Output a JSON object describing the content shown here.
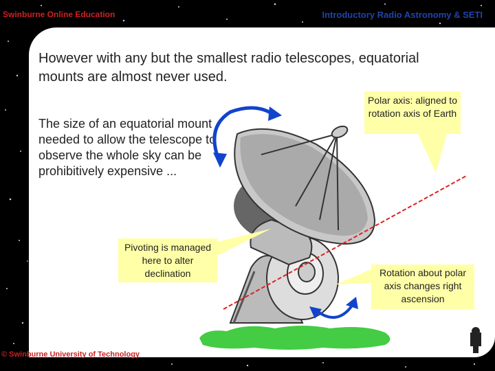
{
  "header": {
    "left": "Swinburne Online Education",
    "right": "Introductory Radio Astronomy & SETI"
  },
  "main": {
    "heading": "However with any but the smallest radio telescopes, equatorial mounts are almost never used.",
    "body": "The size of an equatorial mount needed to allow the telescope to observe the whole sky can be prohibitively expensive ..."
  },
  "callouts": {
    "polar_axis": "Polar axis: aligned to rotation axis of Earth",
    "pivot": "Pivoting is managed here to alter declination",
    "rotation": "Rotation about polar axis changes right ascension"
  },
  "footer": {
    "copyright": "© Swinburne University of Technology"
  },
  "colors": {
    "callout_bg": "#ffffa8",
    "header_red": "#cc2222",
    "header_blue": "#2244aa",
    "arrow_blue": "#1144cc"
  }
}
